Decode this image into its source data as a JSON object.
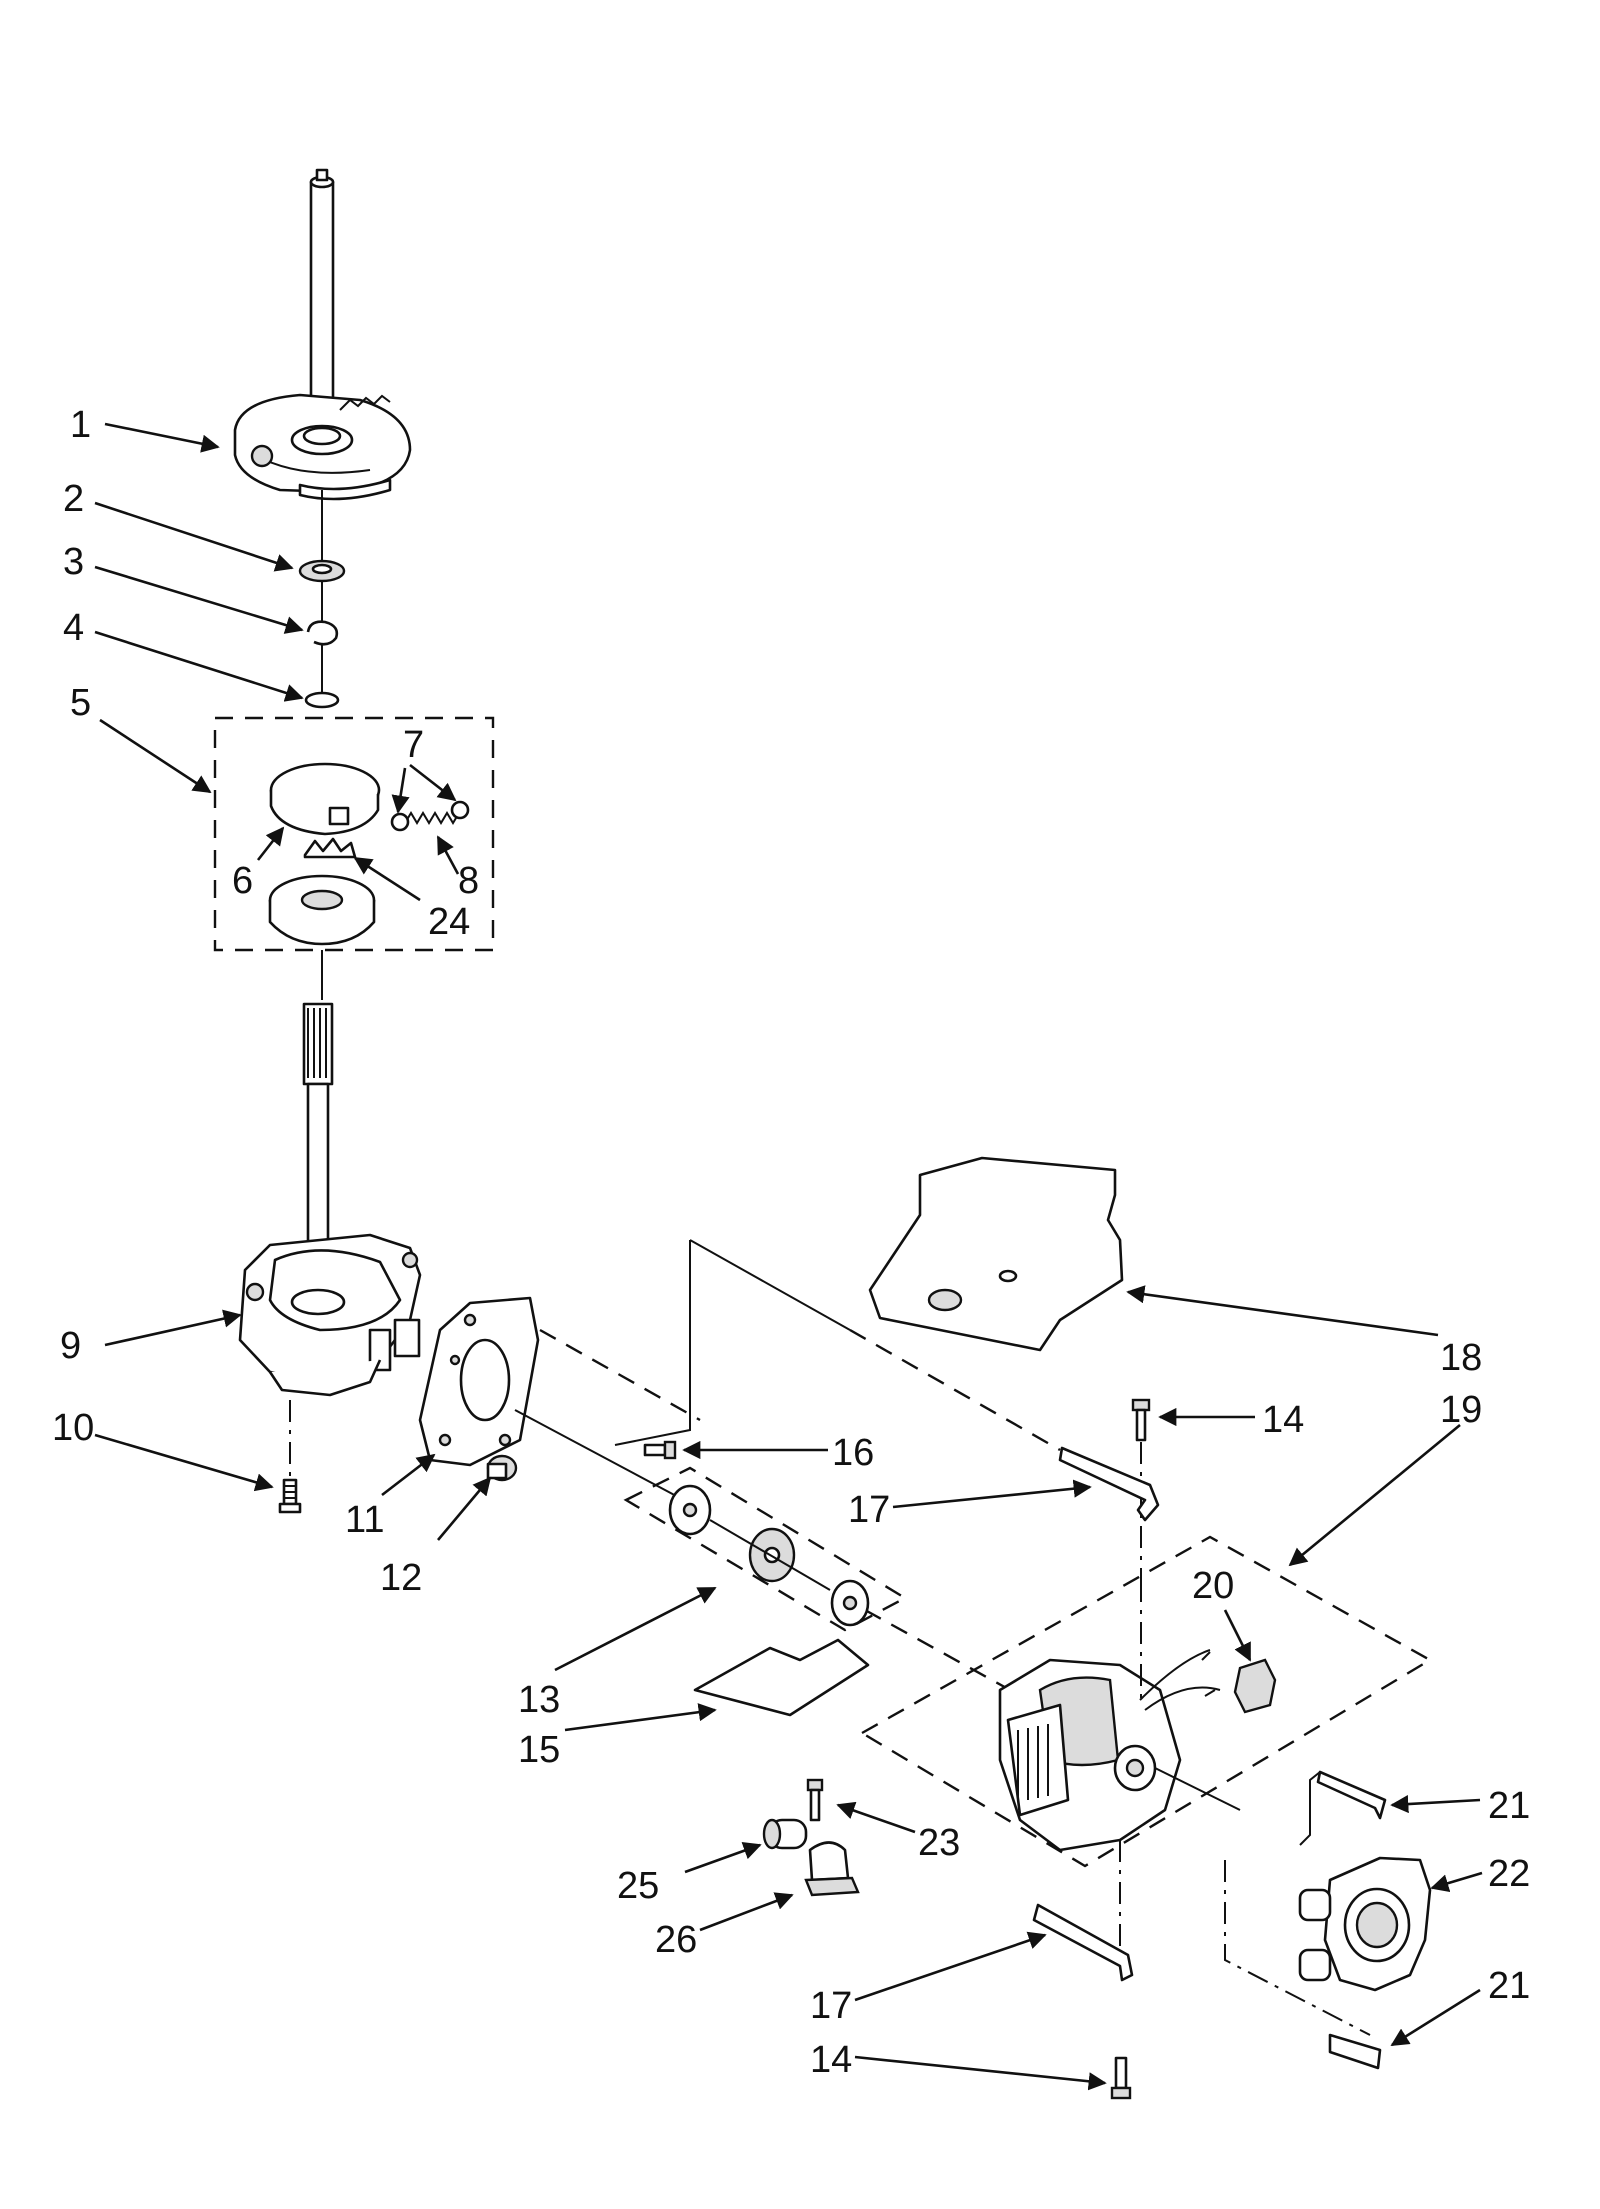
{
  "callouts": [
    {
      "id": "c1",
      "label": "1"
    },
    {
      "id": "c2",
      "label": "2"
    },
    {
      "id": "c3",
      "label": "3"
    },
    {
      "id": "c4",
      "label": "4"
    },
    {
      "id": "c5",
      "label": "5"
    },
    {
      "id": "c7",
      "label": "7"
    },
    {
      "id": "c6",
      "label": "6"
    },
    {
      "id": "c8",
      "label": "8"
    },
    {
      "id": "c24",
      "label": "24"
    },
    {
      "id": "c9",
      "label": "9"
    },
    {
      "id": "c10",
      "label": "10"
    },
    {
      "id": "c11",
      "label": "11"
    },
    {
      "id": "c12",
      "label": "12"
    },
    {
      "id": "c16",
      "label": "16"
    },
    {
      "id": "c13",
      "label": "13"
    },
    {
      "id": "c15",
      "label": "15"
    },
    {
      "id": "c18",
      "label": "18"
    },
    {
      "id": "c14a",
      "label": "14"
    },
    {
      "id": "c19",
      "label": "19"
    },
    {
      "id": "c17a",
      "label": "17"
    },
    {
      "id": "c20",
      "label": "20"
    },
    {
      "id": "c21a",
      "label": "21"
    },
    {
      "id": "c22",
      "label": "22"
    },
    {
      "id": "c21b",
      "label": "21"
    },
    {
      "id": "c23",
      "label": "23"
    },
    {
      "id": "c25",
      "label": "25"
    },
    {
      "id": "c26",
      "label": "26"
    },
    {
      "id": "c17b",
      "label": "17"
    },
    {
      "id": "c14b",
      "label": "14"
    }
  ]
}
